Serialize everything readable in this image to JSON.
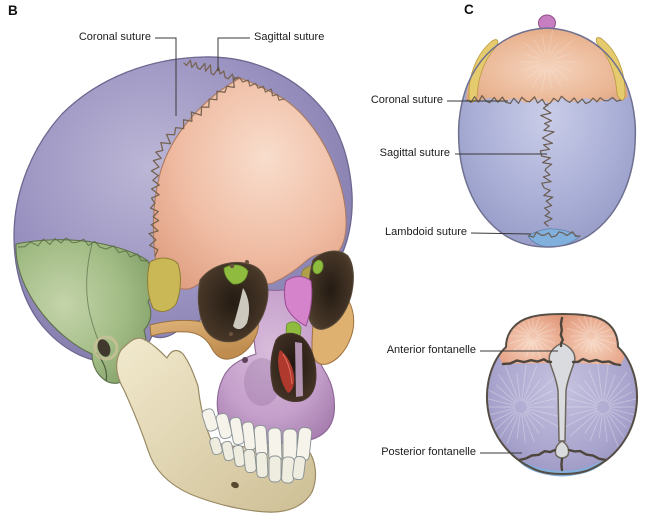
{
  "figure": {
    "panel_b": {
      "letter": "B",
      "labels": {
        "coronal_suture": "Coronal suture",
        "sagittal_suture": "Sagittal suture"
      }
    },
    "panel_c": {
      "letter": "C",
      "skull_superior": {
        "labels": {
          "coronal_suture": "Coronal suture",
          "sagittal_suture": "Sagittal suture",
          "lambdoid_suture": "Lambdoid suture"
        }
      },
      "skull_fontanelles": {
        "labels": {
          "anterior_fontanelle": "Anterior fontanelle",
          "posterior_fontanelle": "Posterior fontanelle"
        }
      }
    },
    "colors": {
      "background": "#ffffff",
      "label_text": "#1c1c1c",
      "leader_line": "#3a3a3a",
      "suture_line": "#6b5d52",
      "adult": {
        "parietal": "#9a93c1",
        "frontal": "#f0bda4",
        "temporal_occipital": "#a2bc85",
        "sphenoid": "#c9b855",
        "zygomatic": "#dfb170",
        "maxilla": "#c49fca",
        "nasal": "#d583cb",
        "lacrimal_ethmoid": "#8fbc3f",
        "inferior_concha": "#b0392e",
        "mandible": "#e9e0c2",
        "teeth": "#f5f3ea"
      },
      "infant": {
        "frontal": "#eab694",
        "parietal": "#a9aed6",
        "occipital": "#82b0dc",
        "temporal_yellow": "#e6cb6e",
        "nasal_pink": "#c77fc2",
        "fontanelle": "#d9dbdf"
      }
    }
  }
}
